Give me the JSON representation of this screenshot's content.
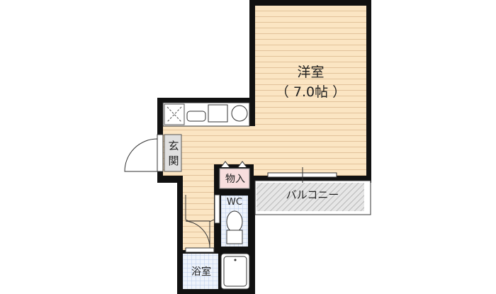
{
  "rooms": {
    "western_room": {
      "name": "洋室",
      "size": "（ 7.0帖 ）"
    },
    "entrance": {
      "line1": "玄",
      "line2": "関"
    },
    "storage": "物入",
    "balcony": "バルコニー",
    "toilet": "WC",
    "bathroom": "浴室"
  },
  "colors": {
    "floor": "#fbe5c3",
    "stripe": "#e2c29a",
    "wall": "#111111",
    "tile": "#dde8f7",
    "storage": "#f8dede",
    "balcony": "#d9d9d9"
  }
}
